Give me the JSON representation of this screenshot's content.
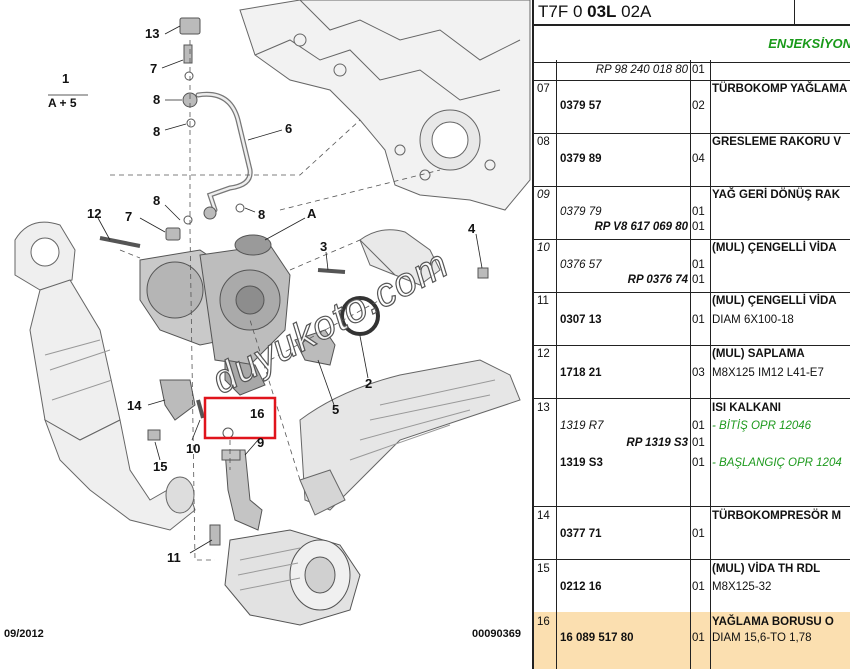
{
  "diagram": {
    "callouts": {
      "c13": "13",
      "c7a": "7",
      "c8a": "8",
      "c8b": "8",
      "c6": "6",
      "c1": "1",
      "c1sub": "A + 5",
      "c8c": "8",
      "c7b": "7",
      "c8d": "8",
      "c12": "12",
      "cA": "A",
      "c3": "3",
      "c4": "4",
      "c2": "2",
      "c14": "14",
      "c16": "16",
      "c9": "9",
      "c10": "10",
      "c5": "5",
      "c15": "15",
      "c11": "11"
    },
    "footer_date": "09/2012",
    "footer_ref": "00090369",
    "watermark": "duyukoto.com"
  },
  "sheet": {
    "code_prefix": "T7F 0 ",
    "code_bold": "03L",
    "code_suffix": " 02A",
    "section_title": "ENJEKSİYON",
    "rows": [
      {
        "idx": "",
        "ref": "RP 98 240 018 80",
        "qty": "01",
        "desc": ""
      },
      {
        "idx": "07",
        "ref": "0379 57",
        "qty": "02",
        "desc": "TÜRBOKOMP YAĞLAMA"
      },
      {
        "idx": "08",
        "ref": "0379 89",
        "qty": "04",
        "desc": "GRESLEME RAKORU V"
      },
      {
        "idx": "09",
        "ref1": "0379 79",
        "ref2": "RP V8 617 069 80",
        "qty1": "01",
        "qty2": "01",
        "desc": "YAĞ GERİ DÖNÜŞ RAK"
      },
      {
        "idx": "10",
        "ref1": "0376 57",
        "ref2": "RP 0376 74",
        "qty1": "01",
        "qty2": "01",
        "desc": "(MUL) ÇENGELLİ VİDA"
      },
      {
        "idx": "11",
        "ref": "0307 13",
        "qty": "01",
        "desc": "(MUL) ÇENGELLİ VİDA",
        "desc2": "DIAM 6X100-18"
      },
      {
        "idx": "12",
        "ref": "1718 21",
        "qty": "03",
        "desc": "(MUL) SAPLAMA",
        "desc2": "M8X125 IM12 L41-E7"
      },
      {
        "idx": "13",
        "ref1": "1319 R7",
        "ref2": "RP 1319 S3",
        "ref3": "1319 S3",
        "qty1": "01",
        "qty2": "01",
        "qty3": "01",
        "desc": "ISI KALKANI",
        "note1": "- BİTİŞ OPR 12046",
        "note2": "- BAŞLANGIÇ OPR 1204"
      },
      {
        "idx": "14",
        "ref": "0377 71",
        "qty": "01",
        "desc": "TÜRBOKOMPRESÖR M"
      },
      {
        "idx": "15",
        "ref": "0212 16",
        "qty": "01",
        "desc": "(MUL) VİDA TH RDL",
        "desc2": "M8X125-32"
      },
      {
        "idx": "16",
        "ref": "16 089 517 80",
        "qty": "01",
        "desc": "YAĞLAMA BORUSU O",
        "desc2": "DIAM 15,6-TO 1,78"
      }
    ]
  },
  "colors": {
    "highlight_row": "#fbdfb0",
    "section_green": "#1a9a1a",
    "callout_box": "#e0141c"
  }
}
